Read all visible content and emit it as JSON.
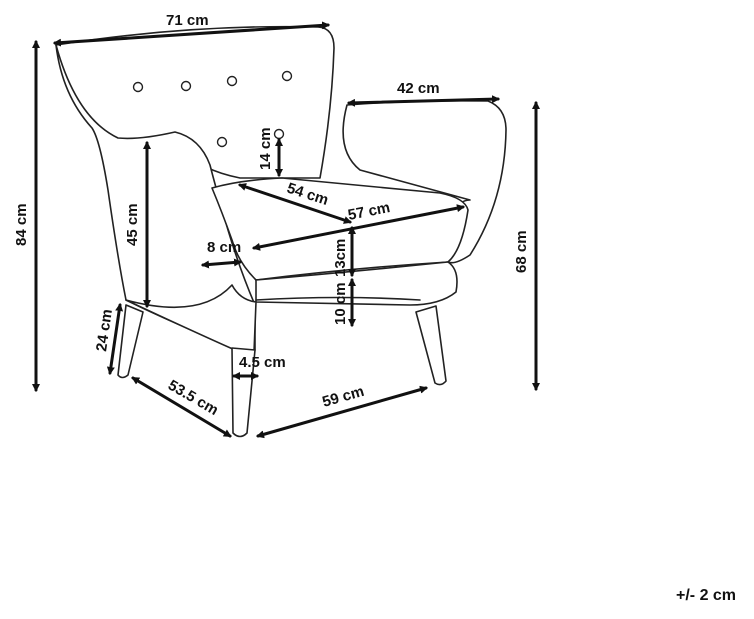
{
  "dimensions": {
    "width_top": "71 cm",
    "arm_width": "42 cm",
    "back_button_height": "14 cm",
    "seat_depth": "54 cm",
    "seat_width": "57 cm",
    "arm_thickness": "8 cm",
    "cushion_height": "13cm",
    "base_height": "10 cm",
    "arm_height": "45 cm",
    "total_height": "84 cm",
    "arm_total_height": "68 cm",
    "leg_height": "24 cm",
    "leg_thickness": "4.5 cm",
    "base_depth": "53.5 cm",
    "base_width": "59 cm"
  },
  "tolerance": "+/- 2 cm"
}
